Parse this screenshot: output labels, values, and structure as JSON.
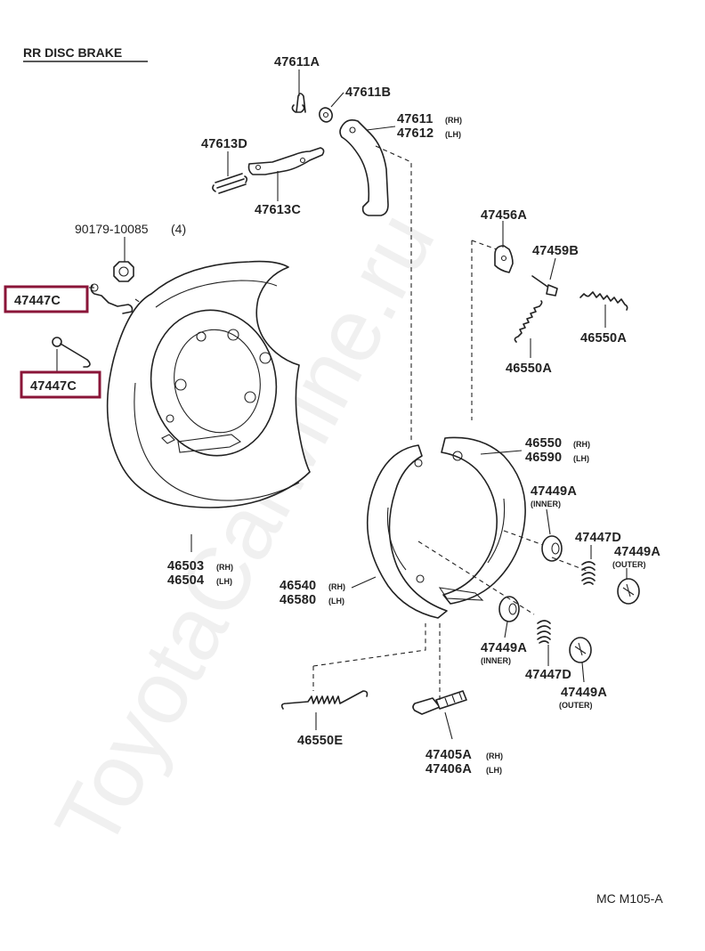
{
  "title": "RR DISC BRAKE",
  "diagram_code": "MC M105-A",
  "watermark": "ToyotaCarMine.ru",
  "highlight_color": "#8a1538",
  "labels": {
    "l47611A": "47611A",
    "l47611B": "47611B",
    "l47611": "47611",
    "l47611_sfx": "(RH)",
    "l47612": "47612",
    "l47612_sfx": "(LH)",
    "l47613D": "47613D",
    "l47613C": "47613C",
    "l90179": "90179-10085",
    "l90179_qty": "(4)",
    "l47447C_top": "47447C",
    "l47447C_bot": "47447C",
    "l47456A": "47456A",
    "l47459B": "47459B",
    "l46550A_r": "46550A",
    "l46550A_l": "46550A",
    "l46550": "46550",
    "l46550_sfx": "(RH)",
    "l46590": "46590",
    "l46590_sfx": "(LH)",
    "l47449A_inner_top": "47449A",
    "l_inner_top": "(INNER)",
    "l47447D_top": "47447D",
    "l47449A_outer_top": "47449A",
    "l_outer_top": "(OUTER)",
    "l46503": "46503",
    "l46503_sfx": "(RH)",
    "l46504": "46504",
    "l46504_sfx": "(LH)",
    "l46540": "46540",
    "l46540_sfx": "(RH)",
    "l46580": "46580",
    "l46580_sfx": "(LH)",
    "l47449A_inner_bot": "47449A",
    "l_inner_bot": "(INNER)",
    "l47447D_bot": "47447D",
    "l47449A_outer_bot": "47449A",
    "l_outer_bot": "(OUTER)",
    "l46550E": "46550E",
    "l47405A": "47405A",
    "l47405A_sfx": "(RH)",
    "l47406A": "47406A",
    "l47406A_sfx": "(LH)"
  }
}
